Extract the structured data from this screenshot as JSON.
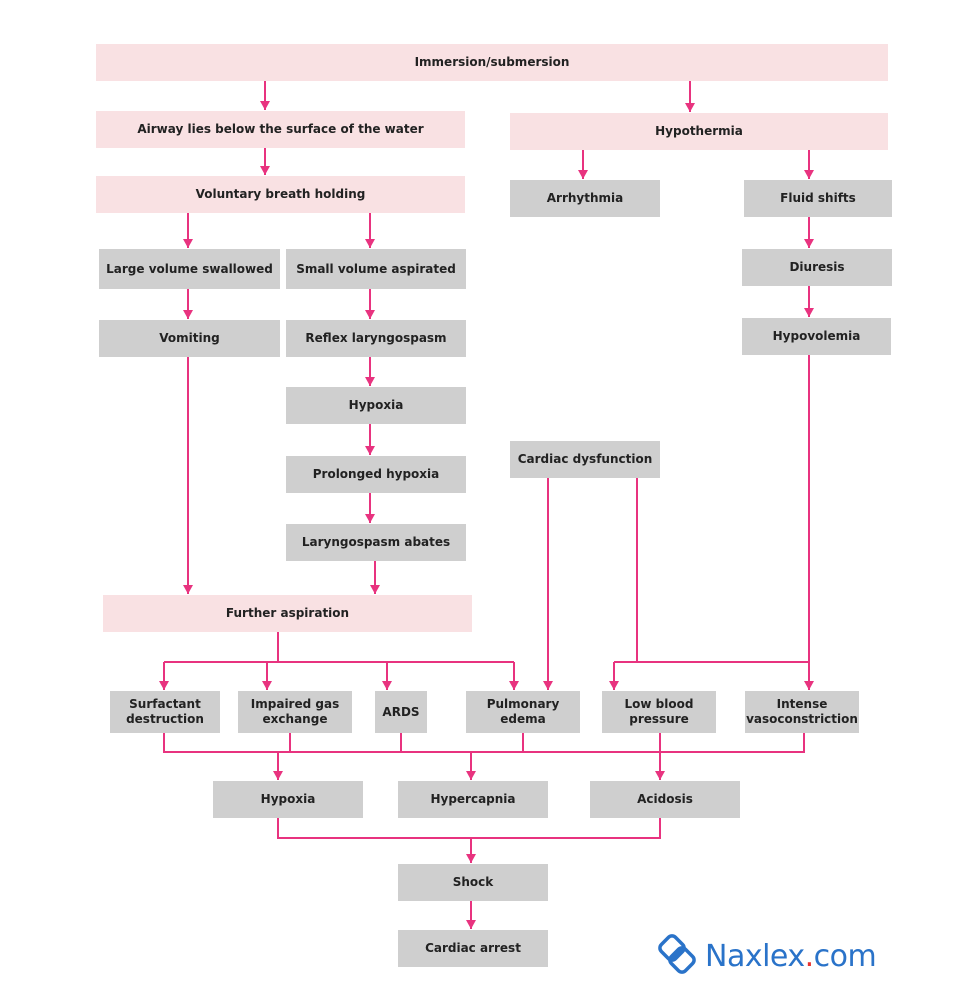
{
  "nodes": [
    {
      "id": "n_immersion",
      "label": "Immersion/submersion"
    },
    {
      "id": "n_airway",
      "label": "Airway lies below the surface of the water"
    },
    {
      "id": "n_hypothermia",
      "label": "Hypothermia"
    },
    {
      "id": "n_breath",
      "label": "Voluntary breath holding"
    },
    {
      "id": "n_arrhythmia",
      "label": "Arrhythmia"
    },
    {
      "id": "n_fluid",
      "label": "Fluid shifts"
    },
    {
      "id": "n_swallowed",
      "label": "Large volume swallowed"
    },
    {
      "id": "n_aspirated",
      "label": "Small volume aspirated"
    },
    {
      "id": "n_diuresis",
      "label": "Diuresis"
    },
    {
      "id": "n_vomiting",
      "label": "Vomiting"
    },
    {
      "id": "n_laryngospasm",
      "label": "Reflex laryngospasm"
    },
    {
      "id": "n_hypovolemia",
      "label": "Hypovolemia"
    },
    {
      "id": "n_hypoxia1",
      "label": "Hypoxia"
    },
    {
      "id": "n_cardiac_dys",
      "label": "Cardiac dysfunction"
    },
    {
      "id": "n_prolonged",
      "label": "Prolonged hypoxia"
    },
    {
      "id": "n_abates",
      "label": "Laryngospasm abates"
    },
    {
      "id": "n_further",
      "label": "Further aspiration"
    },
    {
      "id": "n_surfactant",
      "label": "Surfactant\ndestruction"
    },
    {
      "id": "n_gas",
      "label": "Impaired gas\nexchange"
    },
    {
      "id": "n_ards",
      "label": "ARDS"
    },
    {
      "id": "n_pulmonary",
      "label": "Pulmonary\nedema"
    },
    {
      "id": "n_lowbp",
      "label": "Low blood\npressure"
    },
    {
      "id": "n_vasocon",
      "label": "Intense\nvasoconstriction"
    },
    {
      "id": "n_hypoxia2",
      "label": "Hypoxia"
    },
    {
      "id": "n_hypercapnia",
      "label": "Hypercapnia"
    },
    {
      "id": "n_acidosis",
      "label": "Acidosis"
    },
    {
      "id": "n_shock",
      "label": "Shock"
    },
    {
      "id": "n_arrest",
      "label": "Cardiac arrest"
    }
  ],
  "edges": [
    [
      "n_immersion",
      "n_airway"
    ],
    [
      "n_immersion",
      "n_hypothermia"
    ],
    [
      "n_airway",
      "n_breath"
    ],
    [
      "n_breath",
      "n_swallowed"
    ],
    [
      "n_breath",
      "n_aspirated"
    ],
    [
      "n_hypothermia",
      "n_arrhythmia"
    ],
    [
      "n_hypothermia",
      "n_fluid"
    ],
    [
      "n_fluid",
      "n_diuresis"
    ],
    [
      "n_diuresis",
      "n_hypovolemia"
    ],
    [
      "n_swallowed",
      "n_vomiting"
    ],
    [
      "n_aspirated",
      "n_laryngospasm"
    ],
    [
      "n_laryngospasm",
      "n_hypoxia1"
    ],
    [
      "n_hypoxia1",
      "n_prolonged"
    ],
    [
      "n_prolonged",
      "n_abates"
    ],
    [
      "n_abates",
      "n_further"
    ],
    [
      "n_vomiting",
      "n_further"
    ],
    [
      "n_further",
      "n_surfactant"
    ],
    [
      "n_further",
      "n_gas"
    ],
    [
      "n_further",
      "n_ards"
    ],
    [
      "n_further",
      "n_pulmonary"
    ],
    [
      "n_cardiac_dys",
      "n_pulmonary"
    ],
    [
      "n_cardiac_dys",
      "n_lowbp"
    ],
    [
      "n_hypovolemia",
      "n_lowbp"
    ],
    [
      "n_hypovolemia",
      "n_vasocon"
    ],
    [
      "n_surfactant",
      "n_hypoxia2"
    ],
    [
      "n_gas",
      "n_hypoxia2"
    ],
    [
      "n_ards",
      "n_hypercapnia"
    ],
    [
      "n_pulmonary",
      "n_hypercapnia"
    ],
    [
      "n_lowbp",
      "n_acidosis"
    ],
    [
      "n_vasocon",
      "n_acidosis"
    ],
    [
      "n_hypoxia2",
      "n_shock"
    ],
    [
      "n_hypercapnia",
      "n_shock"
    ],
    [
      "n_acidosis",
      "n_shock"
    ],
    [
      "n_shock",
      "n_arrest"
    ]
  ],
  "colors": {
    "arrow": "#e8337f",
    "primary_fill": "#f9e1e3",
    "secondary_fill": "#cfcfcf",
    "logo_blue": "#2a73c9",
    "logo_red": "#e8332f"
  },
  "logo": {
    "icon": "naxlex-logo-icon",
    "name": "Naxlex",
    "dot": ".",
    "tld": "com"
  }
}
